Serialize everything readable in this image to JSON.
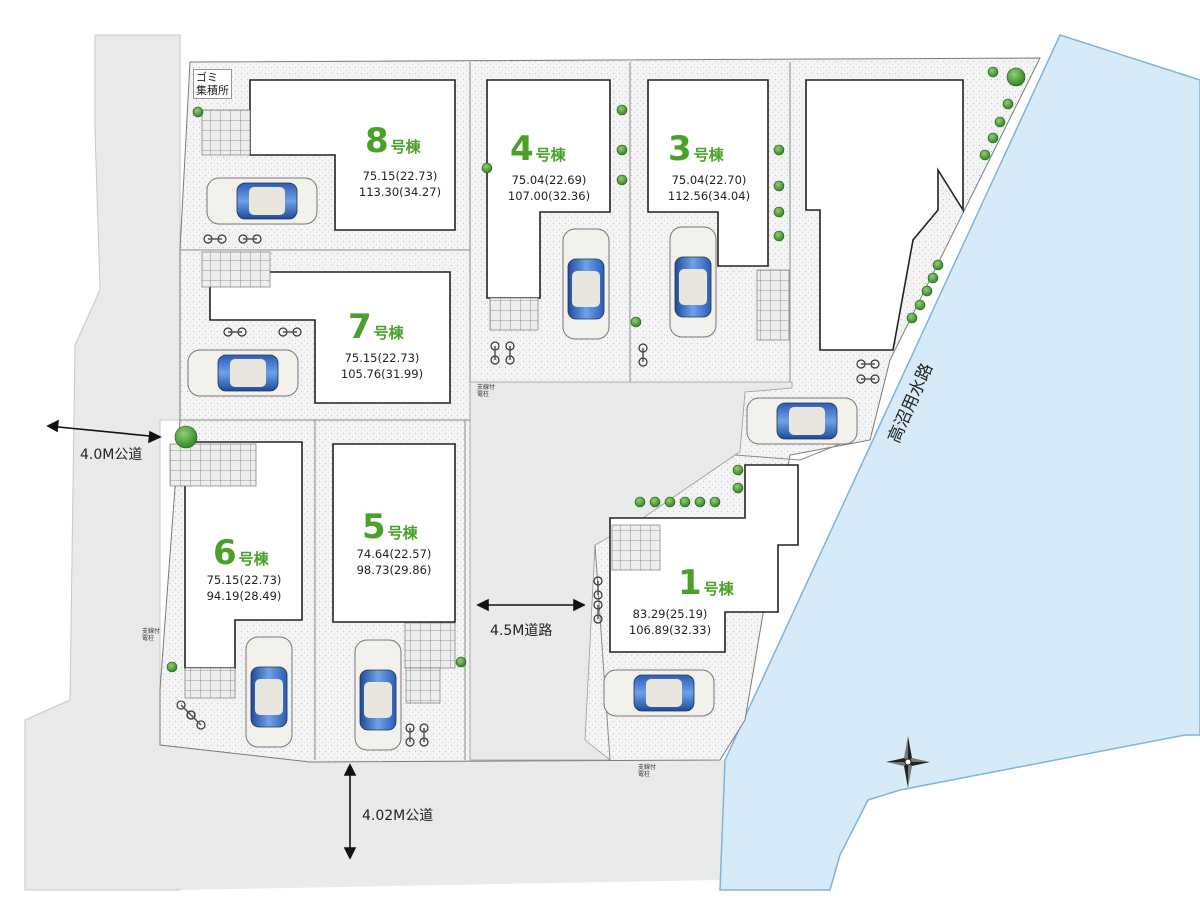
{
  "plan": {
    "lots": [
      {
        "id": "8",
        "name": "8号棟",
        "area_site": "75.15(22.73)",
        "area_floor": "113.30(34.27)"
      },
      {
        "id": "7",
        "name": "7号棟",
        "area_site": "75.15(22.73)",
        "area_floor": "105.76(31.99)"
      },
      {
        "id": "6",
        "name": "6号棟",
        "area_site": "75.15(22.73)",
        "area_floor": "94.19(28.49)"
      },
      {
        "id": "5",
        "name": "5号棟",
        "area_site": "74.64(22.57)",
        "area_floor": "98.73(29.86)"
      },
      {
        "id": "4",
        "name": "4号棟",
        "area_site": "75.04(22.69)",
        "area_floor": "107.00(32.36)"
      },
      {
        "id": "3",
        "name": "3号棟",
        "area_site": "75.04(22.70)",
        "area_floor": "112.56(34.04)"
      },
      {
        "id": "1",
        "name": "1号棟",
        "area_site": "83.29(25.19)",
        "area_floor": "106.89(32.33)"
      }
    ],
    "house_suffix": "号棟",
    "roads": {
      "west": "4.0M公道",
      "south": "4.02M公道",
      "inner": "4.5M道路",
      "canal": "高沼用水路"
    },
    "gomi": [
      "ゴミ",
      "集積所"
    ],
    "poles": [
      "支線付",
      "電柱"
    ],
    "colors": {
      "accent": "#4aa12a",
      "water": "#d6ebf7",
      "road": "#e9ebeb",
      "lot": "#f6f6f6",
      "building": "#ffffff"
    },
    "icons": [
      "car-icon",
      "bicycle-icon",
      "tree-icon",
      "compass-icon",
      "dimension-arrow-icon"
    ]
  }
}
